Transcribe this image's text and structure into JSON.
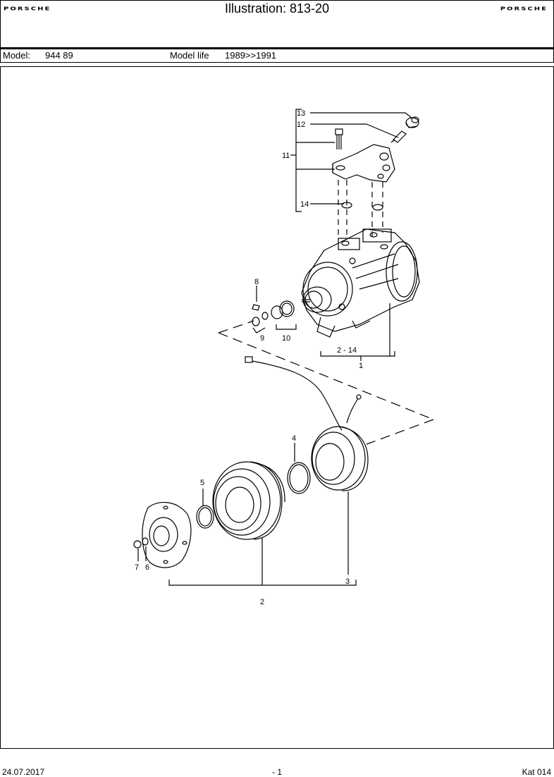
{
  "header": {
    "brand_left": "PORSCHE",
    "title": "Illustration: 813-20",
    "brand_right": "PORSCHE"
  },
  "model_bar": {
    "model_label": "Model:",
    "model_value": "944 89",
    "life_label": "Model life",
    "life_value": "1989>>1991"
  },
  "callouts": {
    "c1": "1",
    "c2": "2",
    "c3": "3",
    "c4": "4",
    "c5": "5",
    "c6": "6",
    "c7": "7",
    "c8": "8",
    "c9": "9",
    "c10": "10",
    "c11": "11",
    "c12": "12",
    "c13": "13",
    "c14": "14",
    "c2_14": "2 - 14"
  },
  "footer": {
    "date": "24.07.2017",
    "page": "- 1",
    "catalog": "Kat 014"
  }
}
